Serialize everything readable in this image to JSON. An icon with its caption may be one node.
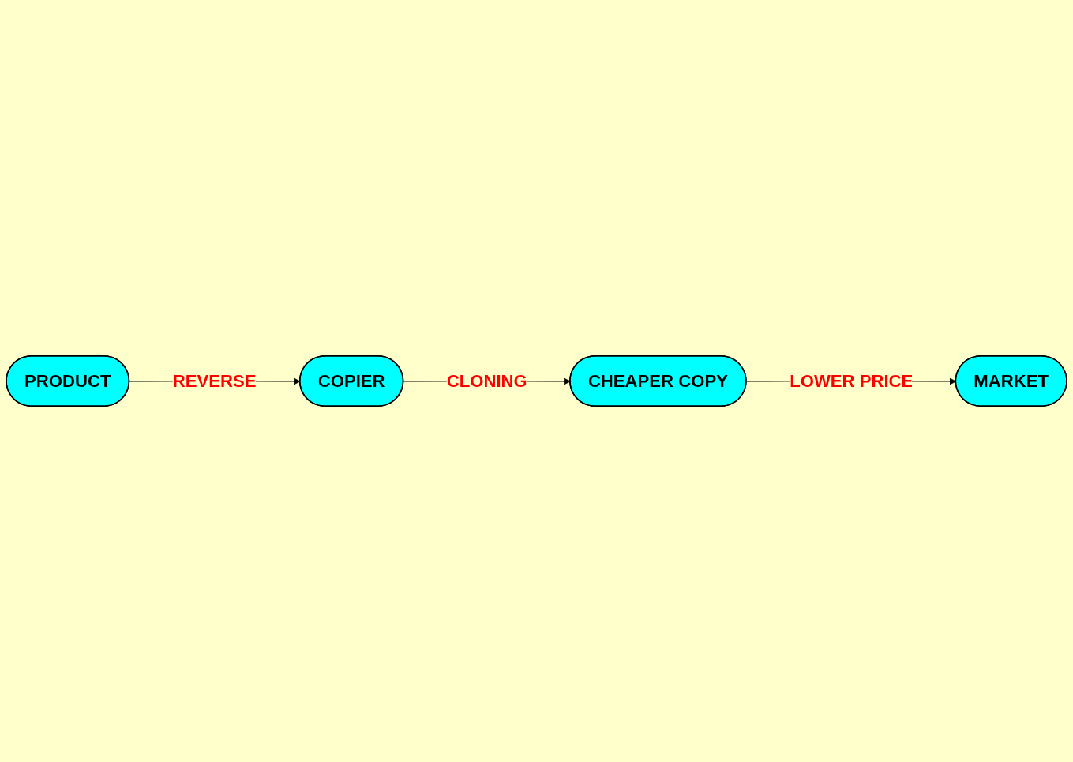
{
  "diagram": {
    "nodes": [
      {
        "text": [
          "COPIER"
        ]
      },
      {
        "text": [
          "PRODUCT"
        ]
      },
      {
        "text": [
          "CHEAPER COPY"
        ]
      },
      {
        "text": [
          "MARKET"
        ]
      }
    ],
    "edges": [
      {
        "from": 1,
        "to": 0,
        "arrow": "to",
        "label": "REVERSE"
      },
      {
        "from": 0,
        "to": 2,
        "arrow": "to",
        "label": "CLONING"
      },
      {
        "from": 2,
        "to": 3,
        "arrow": "to",
        "label": "LOWER PRICE"
      }
    ]
  }
}
